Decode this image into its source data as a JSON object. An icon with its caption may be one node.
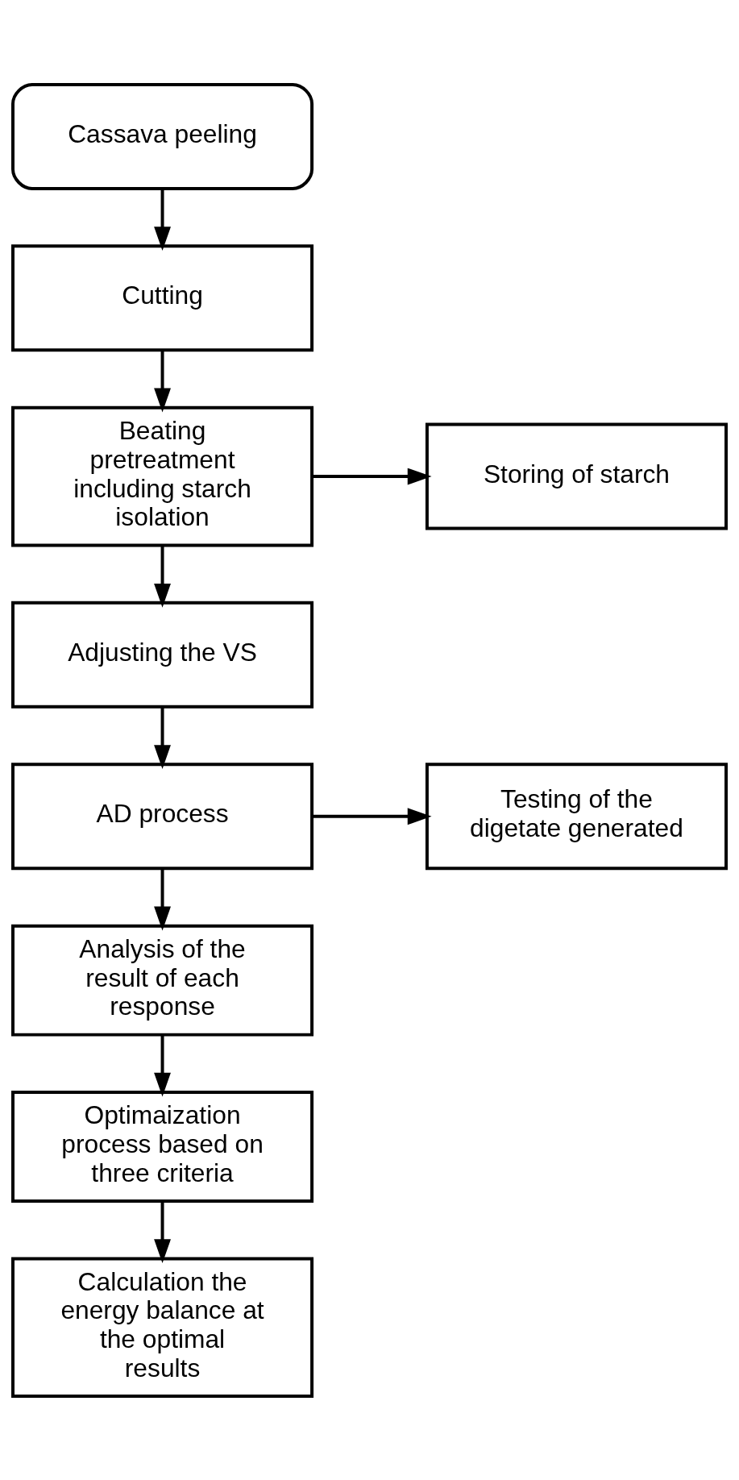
{
  "diagram": {
    "nodes": [
      {
        "text": [
          "Cassava peeling"
        ]
      },
      {
        "text": [
          "Cutting"
        ]
      },
      {
        "text": [
          "Beating pretreatment including starch isolation"
        ]
      },
      {
        "text": [
          "Storing of starch"
        ]
      },
      {
        "text": [
          "Adjusting the VS"
        ]
      },
      {
        "text": [
          "AD process"
        ]
      },
      {
        "text": [
          "Testing of the digetate generated"
        ]
      },
      {
        "text": [
          "Analysis of the result of each response"
        ]
      },
      {
        "text": [
          "Optimaization process based on three criteria"
        ]
      },
      {
        "text": [
          "Calculation the energy balance at the optimal results"
        ]
      }
    ],
    "edges": [
      {
        "from": 0,
        "to": 1,
        "arrow": "to"
      },
      {
        "from": 1,
        "to": 2,
        "arrow": "to"
      },
      {
        "from": 2,
        "to": 3,
        "arrow": "to"
      },
      {
        "from": 2,
        "to": 4,
        "arrow": "to"
      },
      {
        "from": 4,
        "to": 5,
        "arrow": "to"
      },
      {
        "from": 5,
        "to": 6,
        "arrow": "to"
      },
      {
        "from": 5,
        "to": 7,
        "arrow": "to"
      },
      {
        "from": 7,
        "to": 8,
        "arrow": "to"
      },
      {
        "from": 8,
        "to": 9,
        "arrow": "to"
      }
    ]
  }
}
